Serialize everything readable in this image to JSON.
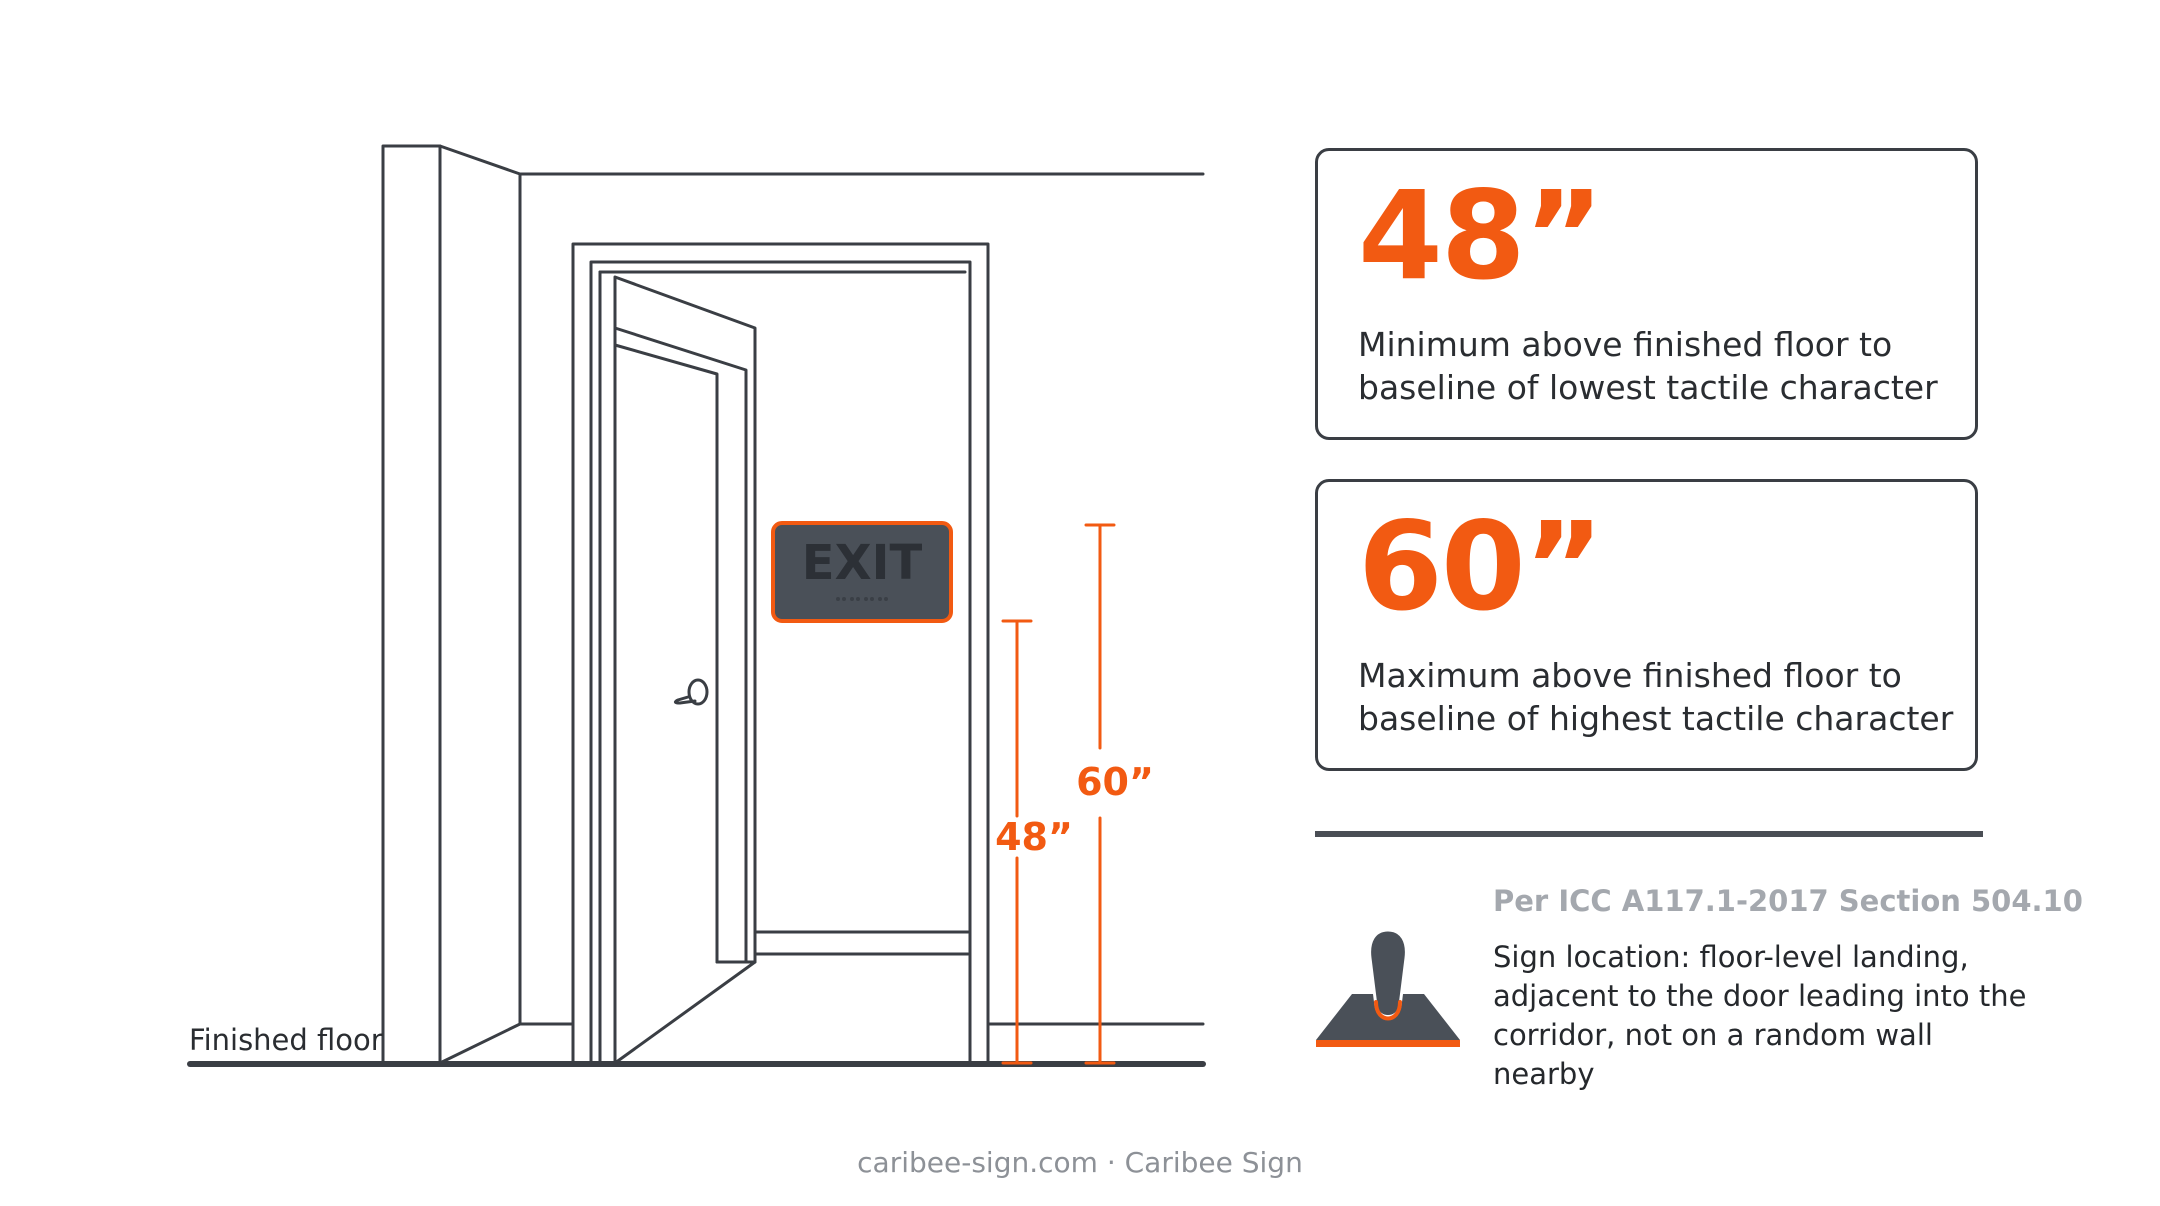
{
  "diagram": {
    "floor_label": "Finished floor",
    "sign_text": "EXIT",
    "dim_48_label": "48”",
    "dim_60_label": "60”"
  },
  "cards": [
    {
      "value": "48”",
      "description": "Minimum above finished floor to baseline of lowest tactile character"
    },
    {
      "value": "60”",
      "description": "Maximum above finished floor to baseline of highest tactile character"
    }
  ],
  "reference": {
    "label": "Per ICC A117.1-2017 Section 504.10",
    "note": "Sign location: floor-level landing, adjacent to the door leading into the corridor, not on a random wall nearby",
    "icon": "floor-location-pin-icon"
  },
  "footer": {
    "text": "caribee-sign.com · Caribee Sign"
  },
  "colors": {
    "accent": "#f25a12",
    "line": "#3a3e44",
    "sign": "#4a5058"
  }
}
